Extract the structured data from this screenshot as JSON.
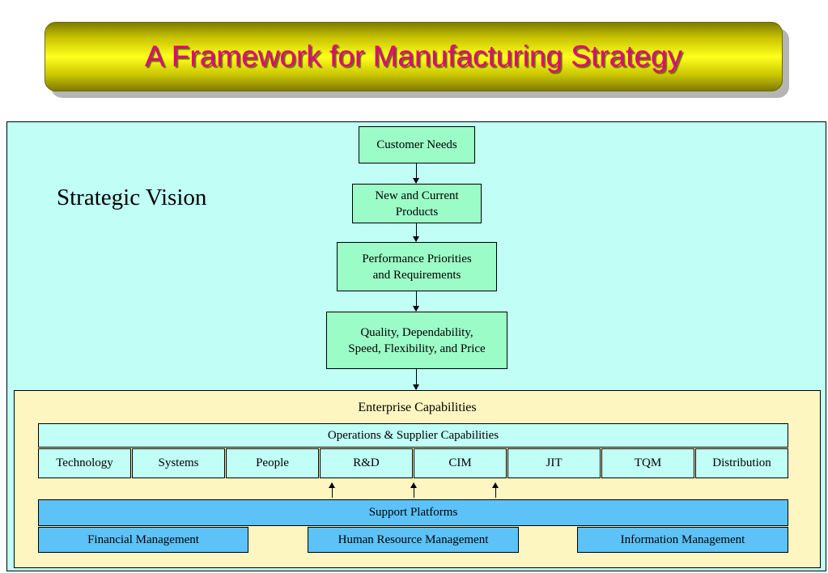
{
  "title": "A Framework for Manufacturing Strategy",
  "strategic_vision": "Strategic Vision",
  "flow": {
    "customer_needs": "Customer Needs",
    "products_line1": "New and Current",
    "products_line2": "Products",
    "priorities_line1": "Performance Priorities",
    "priorities_line2": "and Requirements",
    "quality_line1": "Quality, Dependability,",
    "quality_line2": "Speed, Flexibility, and Price"
  },
  "enterprise": {
    "title": "Enterprise Capabilities",
    "operations": "Operations & Supplier Capabilities",
    "capabilities": [
      "Technology",
      "Systems",
      "People",
      "R&D",
      "CIM",
      "JIT",
      "TQM",
      "Distribution"
    ],
    "support_platforms": "Support Platforms",
    "platforms": [
      "Financial Management",
      "Human Resource Management",
      "Information Management"
    ]
  },
  "colors": {
    "title_text": "#e4007f",
    "panel_bg": "#c0fef6",
    "flow_box": "#9cfcc7",
    "enterprise_bg": "#fdf6c0",
    "support_bg": "#5cc2f8"
  }
}
